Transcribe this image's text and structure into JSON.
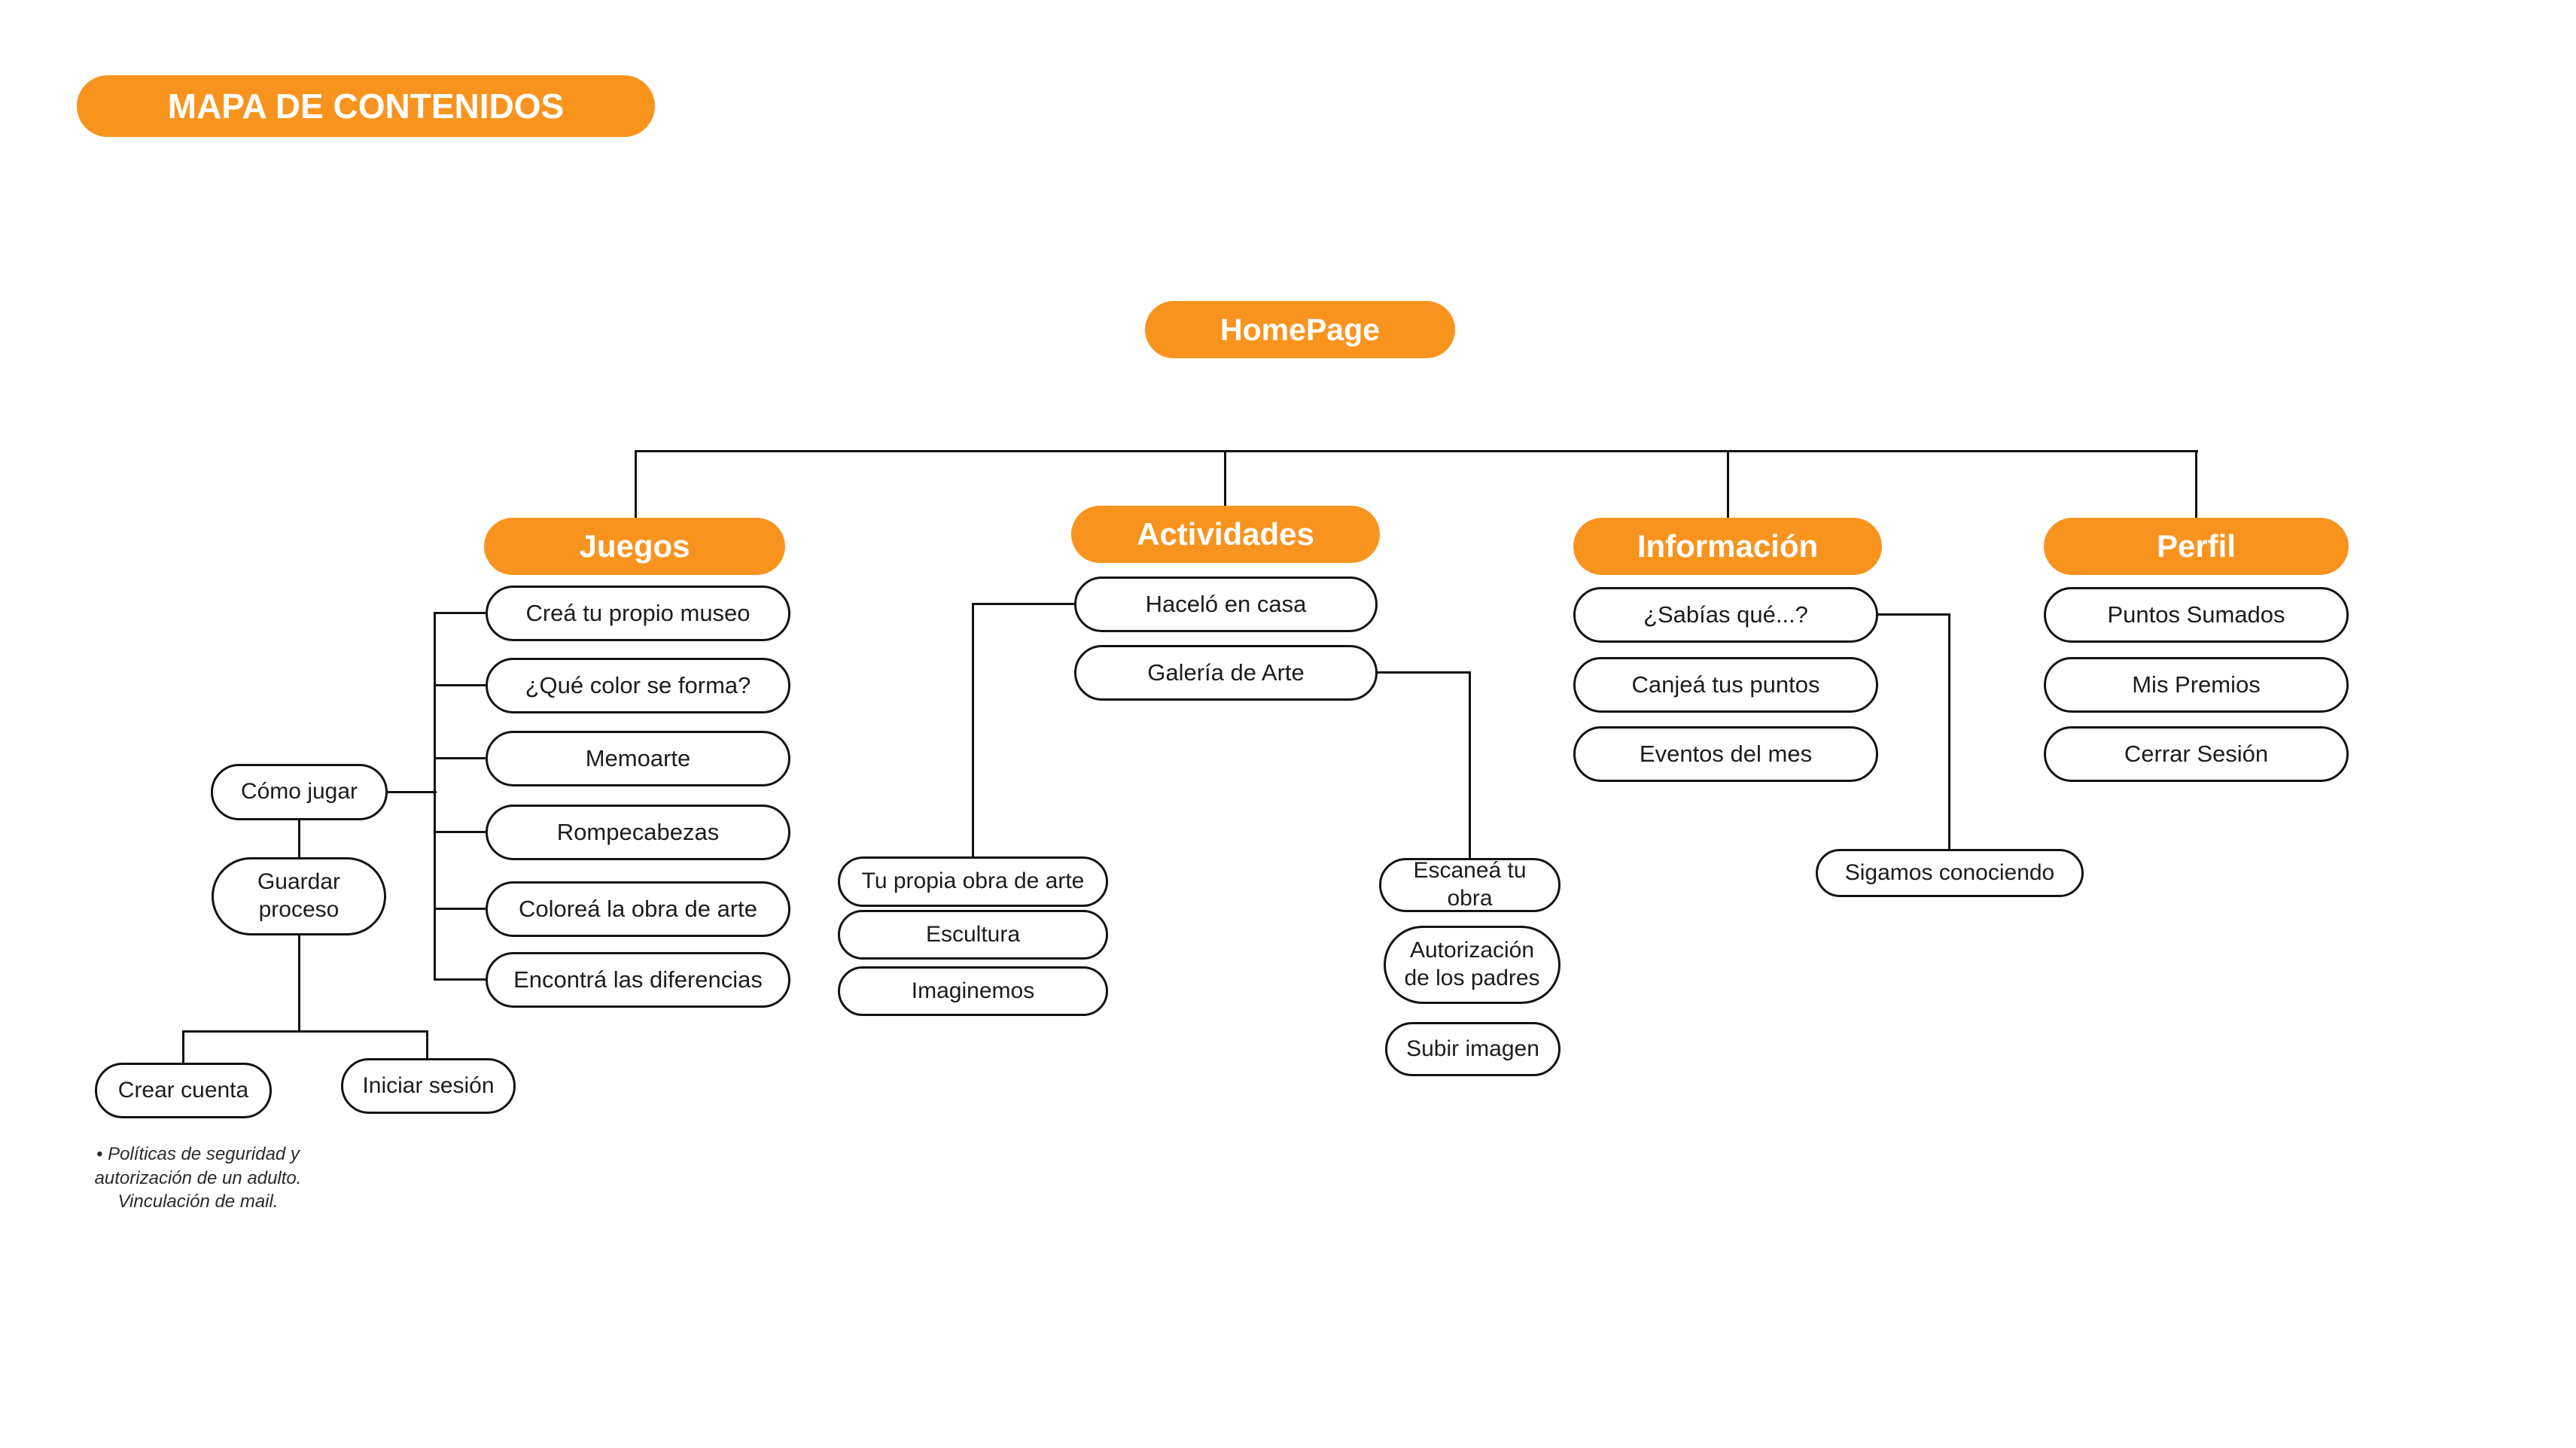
{
  "title": "MAPA DE CONTENIDOS",
  "colors": {
    "accent": "#F8941E",
    "stroke": "#131313"
  },
  "root": {
    "label": "HomePage"
  },
  "branches": {
    "juegos": {
      "label": "Juegos",
      "children": [
        "Creá tu propio museo",
        "¿Qué color se forma?",
        "Memoarte",
        "Rompecabezas",
        "Coloreá la obra de arte",
        "Encontrá las diferencias"
      ]
    },
    "actividades": {
      "label": "Actividades",
      "children": [
        "Haceló en casa",
        "Galería de Arte"
      ],
      "hacelo_sub": [
        "Tu propia obra de arte",
        "Escultura",
        "Imaginemos"
      ],
      "galeria_sub": [
        "Escaneá tu obra",
        "Autorización de los padres",
        "Subir imagen"
      ]
    },
    "informacion": {
      "label": "Información",
      "children": [
        "¿Sabías qué...?",
        "Canjeá tus puntos",
        "Eventos del mes"
      ],
      "sabias_sub": "Sigamos conociendo"
    },
    "perfil": {
      "label": "Perfil",
      "children": [
        "Puntos Sumados",
        "Mis Premios",
        "Cerrar Sesión"
      ]
    }
  },
  "account_flow": {
    "como_jugar": "Cómo jugar",
    "guardar_proceso": "Guardar proceso",
    "crear_cuenta": "Crear cuenta",
    "iniciar_sesion": "Iniciar sesión",
    "note": "•  Políticas de seguridad y\nautorización de un adulto.\nVinculación de mail."
  }
}
